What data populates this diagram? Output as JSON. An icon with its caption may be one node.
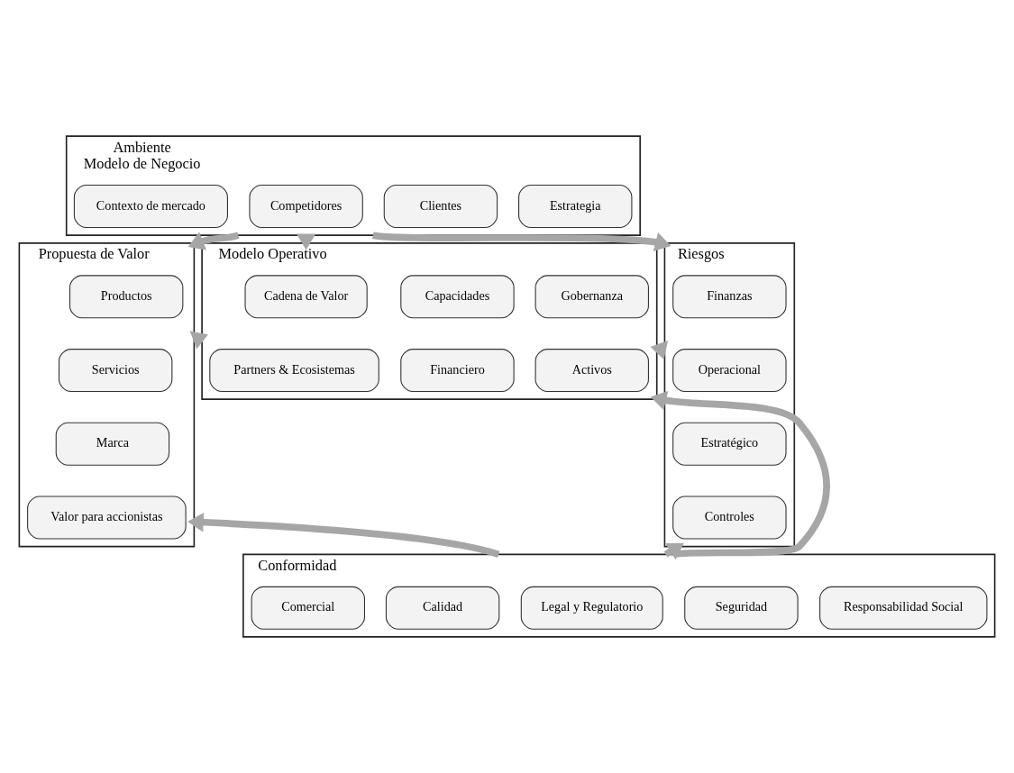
{
  "diagram": {
    "nodes": [
      {
        "text": [
          "Ambiente",
          "Modelo de Negocio"
        ]
      },
      {
        "text": [
          "Contexto de mercado"
        ],
        "in": 0
      },
      {
        "text": [
          "Competidores"
        ],
        "in": 0
      },
      {
        "text": [
          "Clientes"
        ],
        "in": 0
      },
      {
        "text": [
          "Estrategia"
        ],
        "in": 0
      },
      {
        "text": [
          "Propuesta de Valor"
        ]
      },
      {
        "text": [
          "Productos"
        ],
        "in": 5
      },
      {
        "text": [
          "Servicios"
        ],
        "in": 5
      },
      {
        "text": [
          "Marca"
        ],
        "in": 5
      },
      {
        "text": [
          "Valor para accionistas"
        ],
        "in": 5
      },
      {
        "text": [
          "Modelo Operativo"
        ]
      },
      {
        "text": [
          "Cadena de Valor"
        ],
        "in": 10
      },
      {
        "text": [
          "Capacidades"
        ],
        "in": 10
      },
      {
        "text": [
          "Gobernanza"
        ],
        "in": 10
      },
      {
        "text": [
          "Partners & Ecosistemas"
        ],
        "in": 10
      },
      {
        "text": [
          "Financiero"
        ],
        "in": 10
      },
      {
        "text": [
          "Activos"
        ],
        "in": 10
      },
      {
        "text": [
          "Riesgos"
        ]
      },
      {
        "text": [
          "Finanzas"
        ],
        "in": 17
      },
      {
        "text": [
          "Operacional"
        ],
        "in": 17
      },
      {
        "text": [
          "Estratégico"
        ],
        "in": 17
      },
      {
        "text": [
          "Controles"
        ],
        "in": 17
      },
      {
        "text": [
          "Conformidad"
        ]
      },
      {
        "text": [
          "Comercial"
        ],
        "in": 22
      },
      {
        "text": [
          "Calidad"
        ],
        "in": 22
      },
      {
        "text": [
          "Legal y Regulatorio"
        ],
        "in": 22
      },
      {
        "text": [
          "Seguridad"
        ],
        "in": 22
      },
      {
        "text": [
          "Responsabilidad Social"
        ],
        "in": 22
      }
    ],
    "edges": [
      {
        "from": 0,
        "to": 5,
        "arrow": "to"
      },
      {
        "from": 0,
        "to": 10,
        "arrow": "to"
      },
      {
        "from": 0,
        "to": 17,
        "arrow": "to"
      },
      {
        "from": 5,
        "to": 10,
        "arrow": "to"
      },
      {
        "from": 17,
        "to": 10,
        "arrow": "to"
      },
      {
        "from": 22,
        "to": 5,
        "arrow": "to"
      },
      {
        "from": 22,
        "to": 10,
        "arrow": "to"
      },
      {
        "from": 22,
        "to": 17,
        "arrow": "to"
      }
    ]
  }
}
